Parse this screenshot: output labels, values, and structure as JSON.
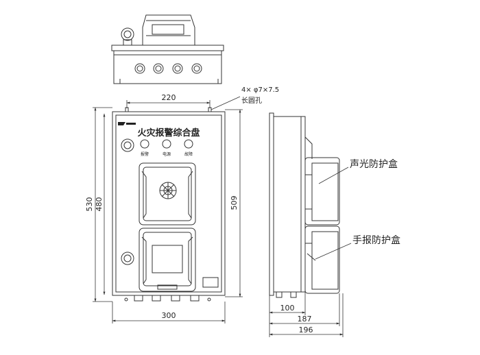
{
  "panel_title": "火灾报警综合盘",
  "indicator_labels": [
    "报警",
    "电源",
    "故障"
  ],
  "dimensions": {
    "top_hole_spacing": "220",
    "height_total": "530",
    "height_inner": "480",
    "height_side": "509",
    "width_total": "300",
    "side_depth_1": "100",
    "side_depth_2": "187",
    "side_depth_3": "196"
  },
  "hole_note_line1": "4× φ7×7.5",
  "hole_note_line2": "长圆孔",
  "callouts": {
    "sound_light_box": "声光防护盒",
    "manual_box": "手报防护盒"
  },
  "colors": {
    "line": "#333333",
    "background": "#ffffff"
  }
}
